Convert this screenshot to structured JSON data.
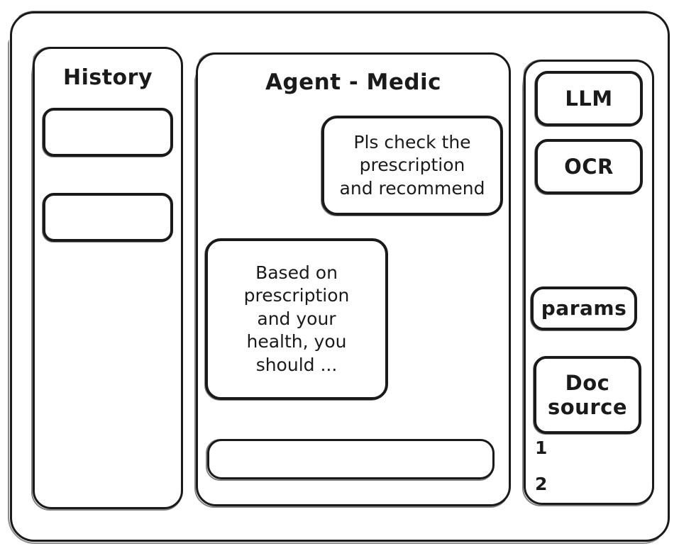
{
  "frame": {
    "name": "app-window"
  },
  "sidebar_left": {
    "title": "History",
    "items": [
      {
        "label": ""
      },
      {
        "label": ""
      }
    ]
  },
  "main": {
    "title": "Agent - Medic",
    "messages": [
      {
        "role": "user",
        "align": "right",
        "lines": [
          "Pls check the",
          "prescription",
          "and recommend"
        ]
      },
      {
        "role": "assistant",
        "align": "left",
        "lines": [
          "Based on",
          "prescription",
          "and your",
          "health, you",
          "should ..."
        ]
      }
    ],
    "composer": {
      "value": "",
      "placeholder": ""
    }
  },
  "sidebar_right": {
    "tools": [
      {
        "label": "LLM"
      },
      {
        "label": "OCR"
      },
      {
        "label": "params"
      }
    ],
    "doc_source": {
      "title_line_1": "Doc",
      "title_line_2": "source",
      "refs": [
        "1",
        "2"
      ]
    }
  },
  "colors": {
    "stroke": "#1a1a1a",
    "background": "#ffffff"
  }
}
